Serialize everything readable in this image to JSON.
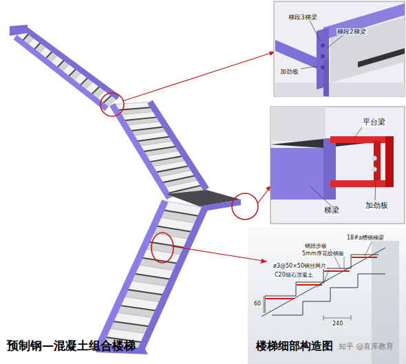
{
  "diagram": {
    "labels": [
      "梯段3梯梁",
      "梯段2梯梁",
      "加劲板",
      "平台梁",
      "梯梁",
      "加劲板",
      "18#a槽钢梯梁",
      "钢踏步板",
      "5mm厚花纹钢板",
      "ø3@50×50钢丝网片",
      "C20细石混凝土",
      "240",
      "60",
      "预制钢—混凝土组合楼梯",
      "楼梯细部构造图",
      "知乎 @直库教育"
    ]
  }
}
